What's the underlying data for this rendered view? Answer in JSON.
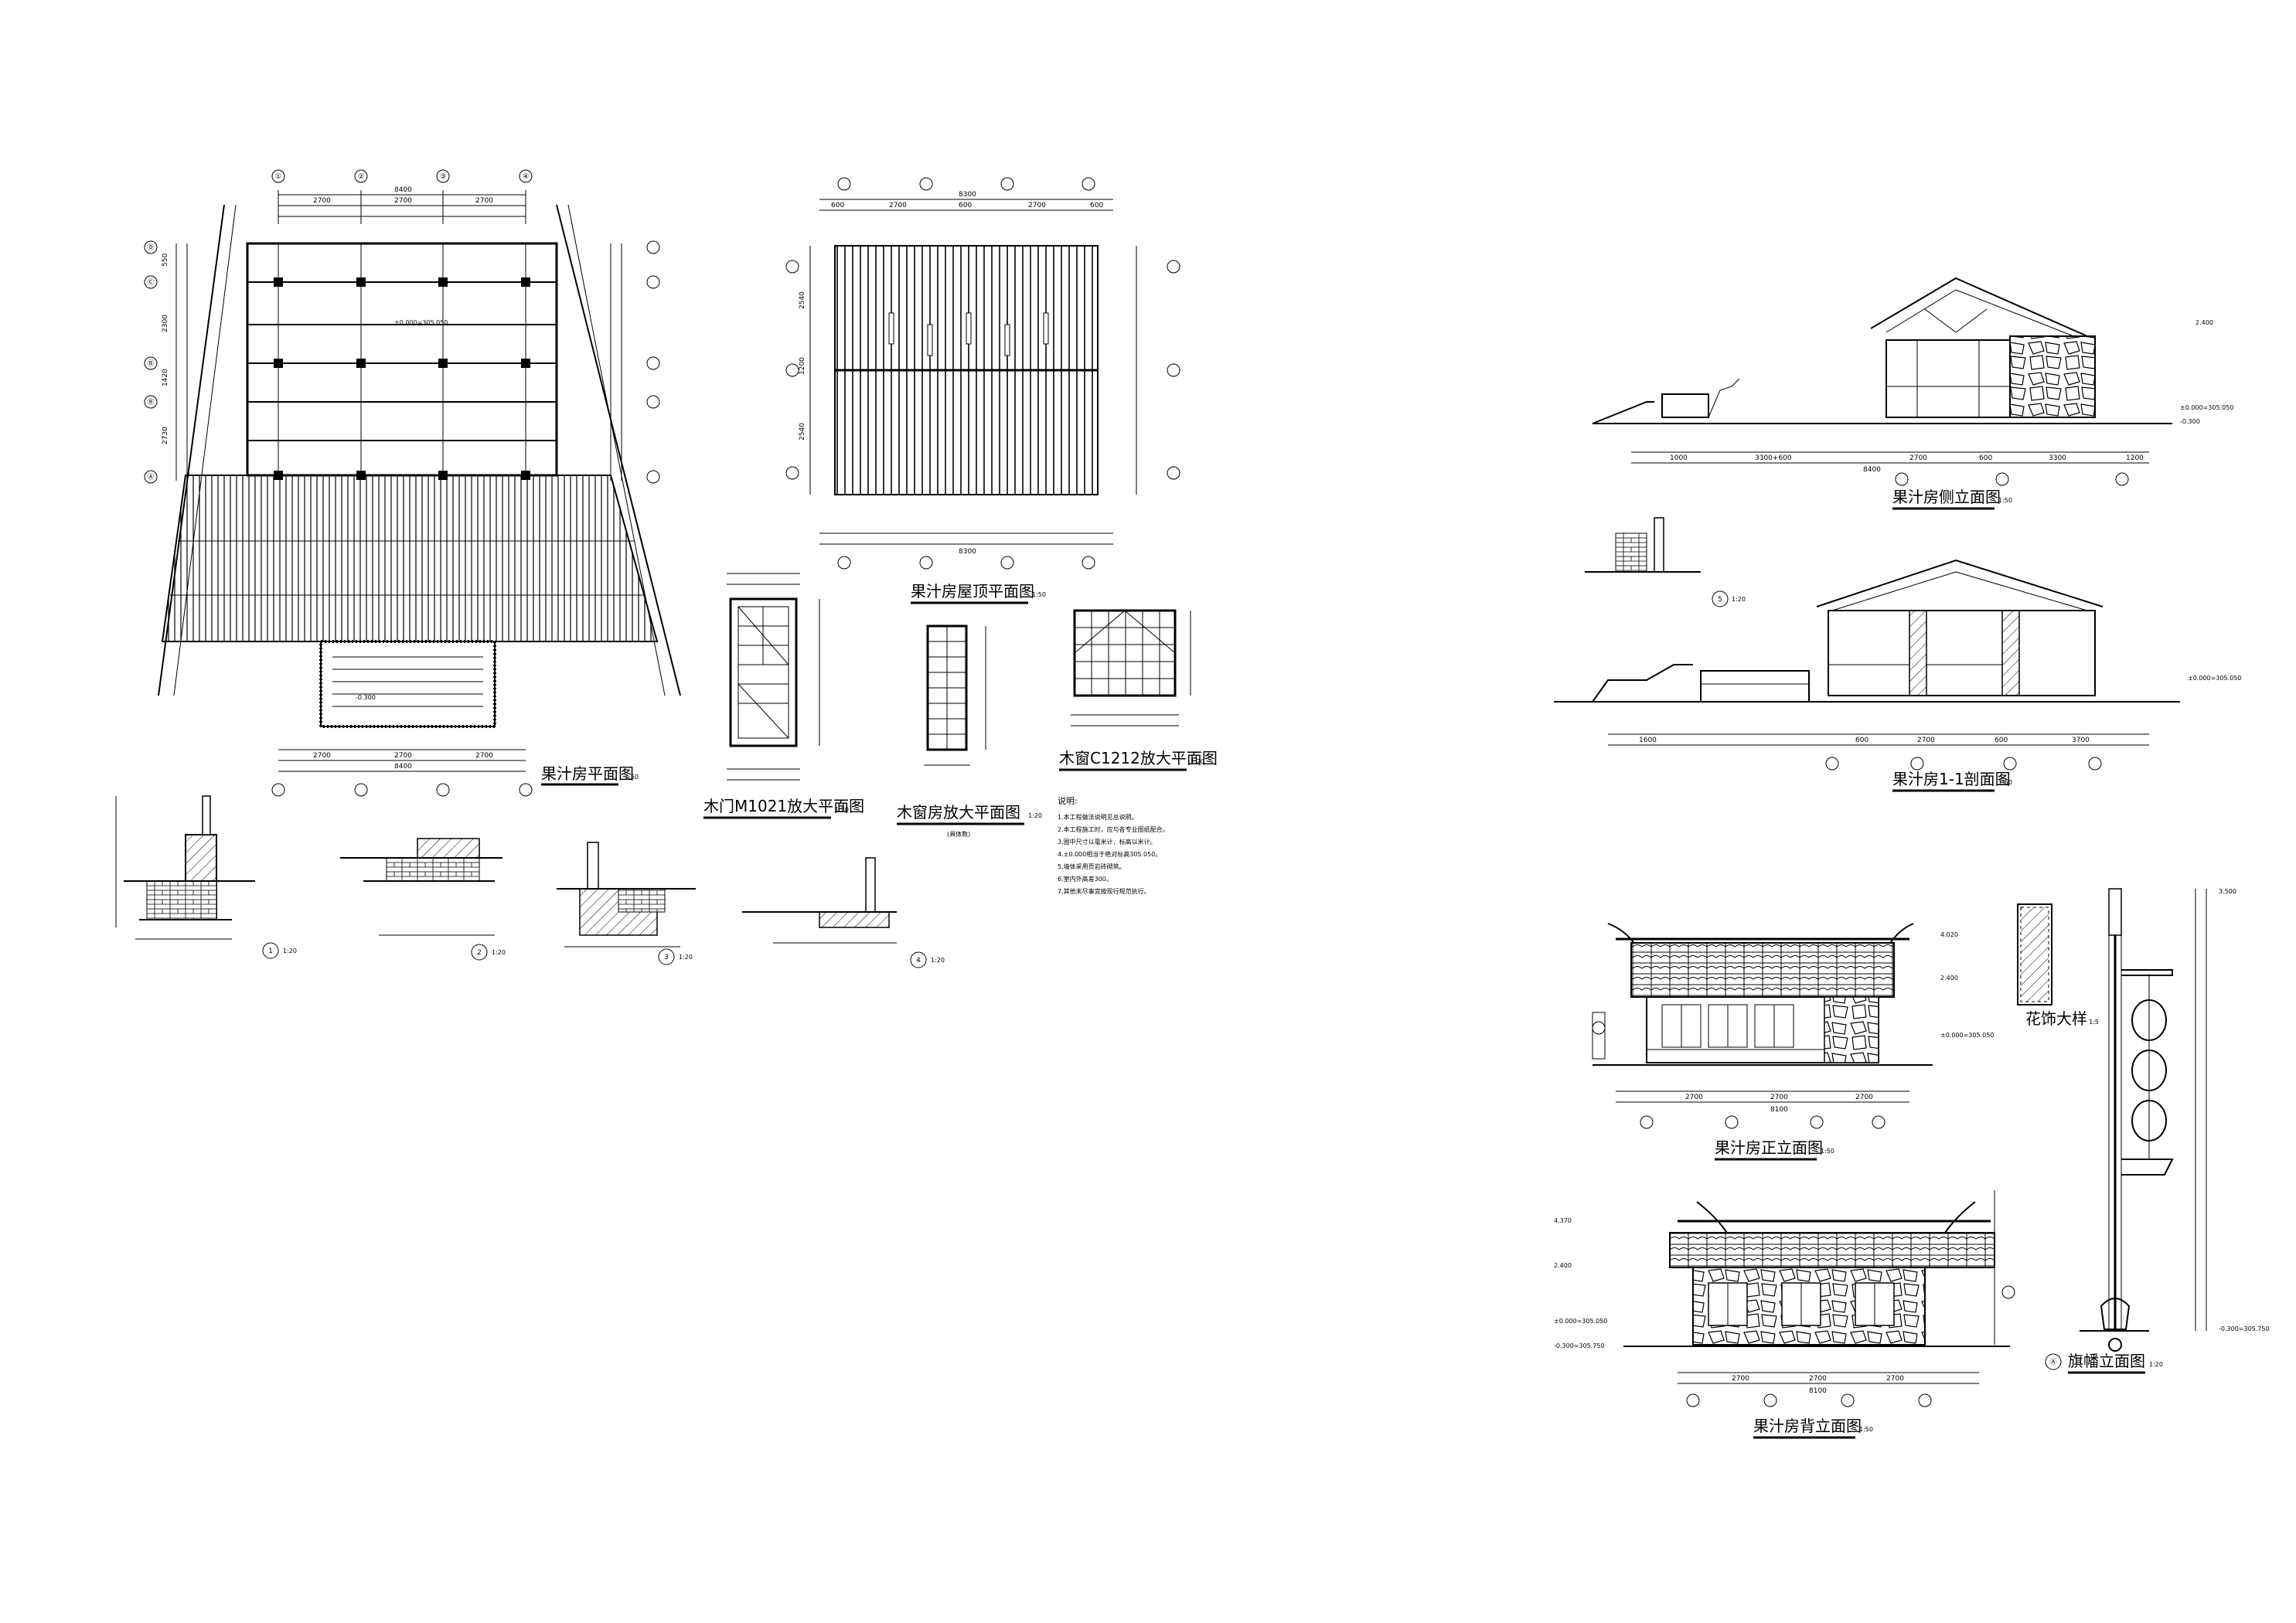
{
  "drawings": {
    "plan": {
      "title": "果汁房平面图",
      "scale": "1:50"
    },
    "roof_plan": {
      "title": "果汁房屋顶平面图",
      "scale": "1:50"
    },
    "door": {
      "title": "木门M1021放大平面图",
      "scale": "1:20"
    },
    "window": {
      "title": "木窗房放大平面图",
      "scale": "1:20",
      "note": "(具体数)"
    },
    "window_c1212": {
      "title": "木窗C1212放大平面图",
      "scale": "1:20"
    },
    "side_elev": {
      "title": "果汁房侧立面图",
      "scale": "1:50"
    },
    "section": {
      "title": "果汁房1-1剖面图",
      "scale": "1:50"
    },
    "front_elev": {
      "title": "果汁房正立面图",
      "scale": "1:50"
    },
    "back_elev": {
      "title": "果汁房背立面图",
      "scale": "1:50"
    },
    "flower": {
      "title": "花饰大样",
      "scale": "1:5"
    },
    "flag": {
      "title": "旗幡立面图",
      "scale": "1:20"
    }
  },
  "details": [
    {
      "num": "1",
      "scale": "1:20"
    },
    {
      "num": "2",
      "scale": "1:20"
    },
    {
      "num": "3",
      "scale": "1:20"
    },
    {
      "num": "4",
      "scale": "1:20"
    },
    {
      "num": "5",
      "scale": "1:20"
    }
  ],
  "notes": {
    "heading": "说明:",
    "lines": [
      "1.本工程做法说明见总说明。",
      "2.本工程施工时，应与各专业图纸配合。",
      "3.图中尺寸以毫米计，标高以米计。",
      "4.±0.000相当于绝对标高305.050。",
      "5.墙体采用页岩砖砌筑。",
      "6.室内外高差300。",
      "7.其他未尽事宜按现行规范执行。"
    ]
  },
  "dims": {
    "plan_top_total": "8400",
    "plan_top": [
      "2700",
      "2700",
      "2700"
    ],
    "plan_left": [
      "550",
      "2300",
      "1420",
      "2730"
    ],
    "plan_bottom_total": "8400",
    "plan_bottom": [
      "2700",
      "2700",
      "2700"
    ],
    "roof_top_total": "8300",
    "roof_top": [
      "600",
      "2700",
      "600",
      "2700",
      "600"
    ],
    "roof_side": [
      "2540",
      "1200",
      "2540"
    ],
    "roof_bottom_total": "8300",
    "side_bottom": [
      "1000",
      "3300+600",
      "2700",
      "600",
      "3300",
      "1200"
    ],
    "side_bottom_total": "8400",
    "section_bottom": [
      "1600",
      "600",
      "2700",
      "600",
      "3700"
    ],
    "front_bottom": [
      "2700",
      "2700",
      "2700"
    ],
    "front_bottom_total": "8100",
    "back_bottom": [
      "2700",
      "2700",
      "2700"
    ],
    "back_bottom_total": "8100"
  },
  "levels": {
    "zero": "±0.000=305.050",
    "minus300": "-0.300",
    "plus2400": "2.400",
    "plus3500": "3.500",
    "plus4020": "4.020",
    "plus4370": "4.370",
    "ground": "-0.300=305.750"
  },
  "axes": [
    "①",
    "②",
    "③",
    "④",
    "Ⓐ",
    "Ⓑ",
    "Ⓒ",
    "Ⓓ"
  ]
}
